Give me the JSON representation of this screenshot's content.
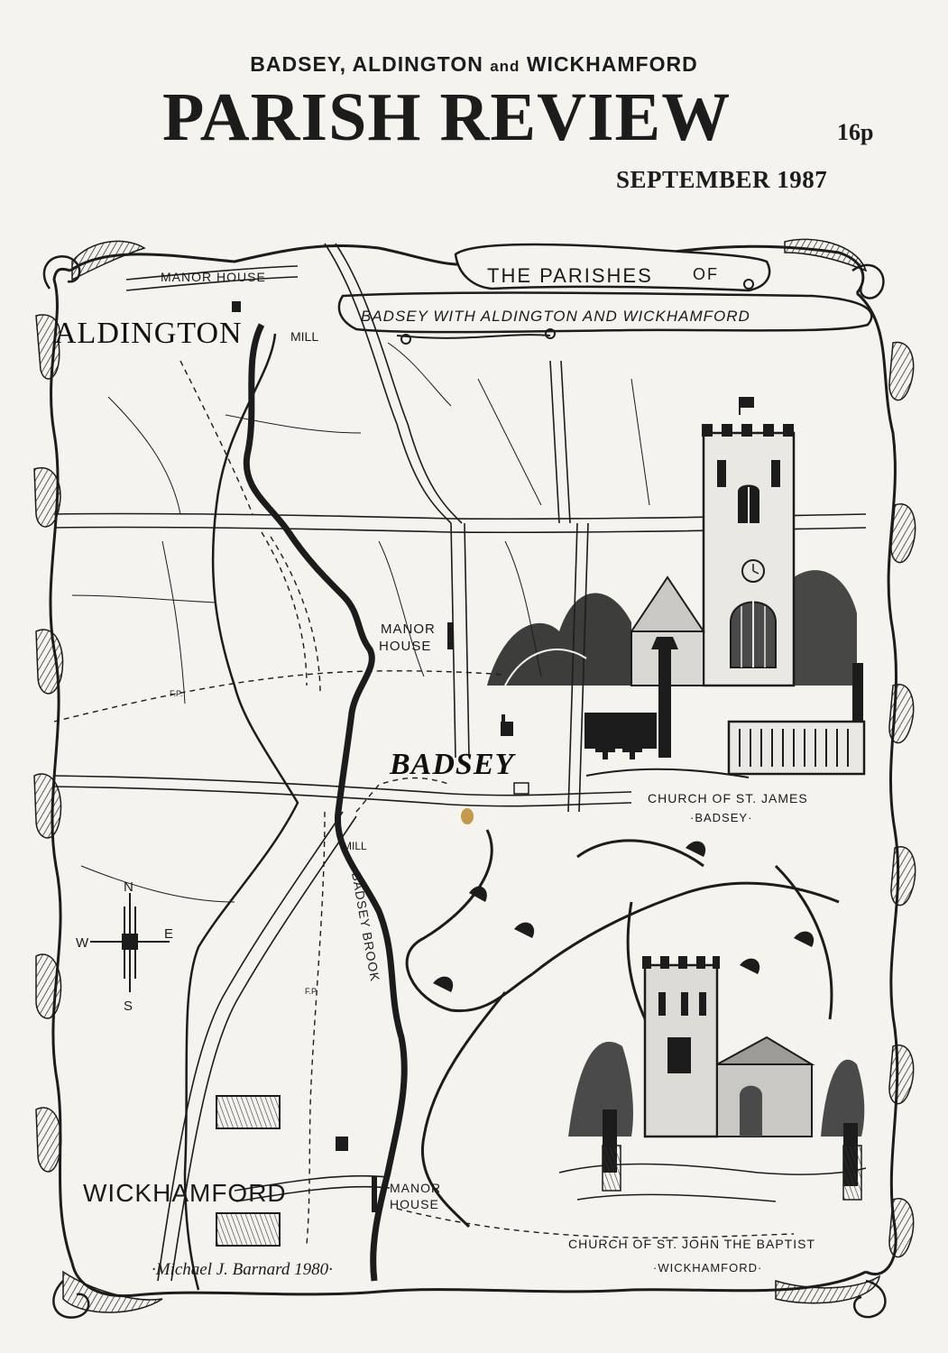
{
  "header": {
    "parish_names_a": "BADSEY, ALDINGTON",
    "parish_names_and": "and",
    "parish_names_b": "WICKHAMFORD",
    "title": "PARISH REVIEW",
    "price": "16p",
    "issue_date": "SEPTEMBER 1987"
  },
  "map": {
    "banner_line1_a": "THE PARISHES",
    "banner_line1_b": "OF",
    "banner_line2": "BADSEY WITH ALDINGTON AND WICKHAMFORD",
    "villages": {
      "aldington": "ALDINGTON",
      "badsey": "BADSEY",
      "wickhamford": "WICKHAMFORD"
    },
    "places": {
      "manor_house_north": "MANOR HOUSE",
      "mill_north": "MILL",
      "manor_house_mid_1": "MANOR",
      "manor_house_mid_2": "HOUSE",
      "mill_south": "MILL",
      "manor_house_south_1": "MANOR",
      "manor_house_south_2": "HOUSE",
      "brook": "BADSEY BROOK",
      "footpath_1": "F.P.",
      "footpath_2": "F.P."
    },
    "compass": {
      "n": "N",
      "s": "S",
      "e": "E",
      "w": "W"
    },
    "church_badsey_1": "CHURCH OF ST. JAMES",
    "church_badsey_2": "·BADSEY·",
    "church_wickhamford_1": "CHURCH OF ST. JOHN THE BAPTIST",
    "church_wickhamford_2": "·WICKHAMFORD·",
    "signature": "·Michael J. Barnard 1980·"
  },
  "colors": {
    "ink": "#1c1c1c",
    "paper": "#f4f3ee",
    "shade": "#4a4a4a"
  }
}
